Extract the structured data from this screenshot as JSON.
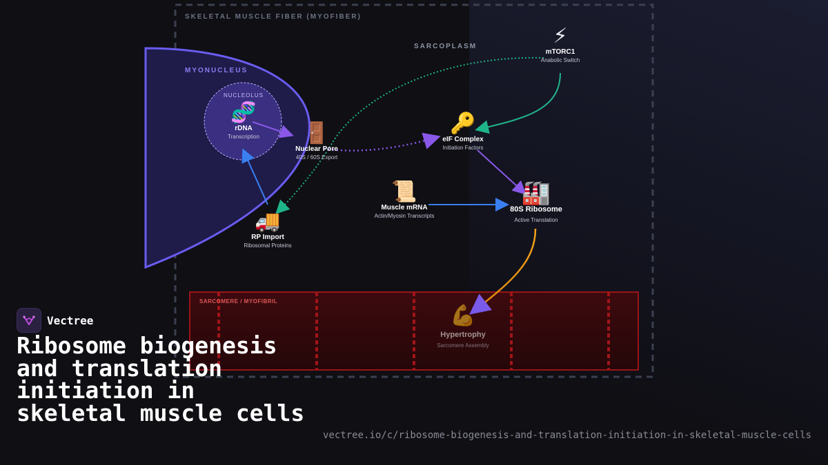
{
  "diagram": {
    "regions": {
      "fiber": "SKELETAL MUSCLE FIBER (MYOFIBER)",
      "sarcoplasm": "SARCOPLASM",
      "myonucleus": "MYONUCLEUS",
      "nucleolus": "NUCLEOLUS",
      "sarcomere": "SARCOMERE / MYOFIBRIL"
    },
    "nodes": {
      "rdna": {
        "icon": "dna-icon",
        "glyph": "🧬",
        "title": "rDNA",
        "subtitle": "Transcription"
      },
      "nuclear_pore": {
        "icon": "door-icon",
        "glyph": "🚪",
        "title": "Nuclear Pore",
        "subtitle": "40S / 60S Export"
      },
      "rp_import": {
        "icon": "truck-icon",
        "glyph": "🚚",
        "title": "RP Import",
        "subtitle": "Ribosomal Proteins"
      },
      "mtorc1": {
        "icon": "lightning-icon",
        "glyph": "⚡",
        "title": "mTORC1",
        "subtitle": "Anabolic Switch"
      },
      "eif_complex": {
        "icon": "key-icon",
        "glyph": "🔑",
        "title": "eIF Complex",
        "subtitle": "Initiation Factors"
      },
      "mrna": {
        "icon": "scroll-icon",
        "glyph": "📜",
        "title": "Muscle mRNA",
        "subtitle": "Actin/Myosin Transcripts"
      },
      "ribosome": {
        "icon": "factory-icon",
        "glyph": "🏭",
        "title": "80S Ribosome",
        "subtitle": "Active Translation"
      },
      "hypertrophy": {
        "icon": "flexed-bicep-icon",
        "glyph": "💪",
        "title": "Hypertrophy",
        "subtitle": "Sarcomere Assembly"
      }
    },
    "colors": {
      "nucleus_stroke": "#6a5cf0",
      "nucleus_fill": "#1f1c4a",
      "green": "#1fb58a",
      "purple": "#8a58e8",
      "blue": "#3a7ff0",
      "orange": "#f29a1a",
      "sarcomere": "#c81a1a"
    }
  },
  "brand": {
    "name": "Vectree",
    "logo_icon": "vectree-logo-icon"
  },
  "headline": "Ribosome biogenesis and translation initiation in skeletal muscle cells",
  "url": "vectree.io/c/ribosome-biogenesis-and-translation-initiation-in-skeletal-muscle-cells"
}
